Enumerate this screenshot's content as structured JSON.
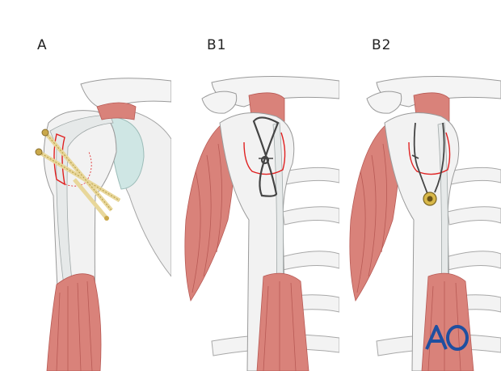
{
  "panels": [
    {
      "id": "A",
      "label": "A"
    },
    {
      "id": "B1",
      "label": "B1"
    },
    {
      "id": "B2",
      "label": "B2"
    }
  ],
  "logo": {
    "text": "AO",
    "color": "#1f4fa0"
  },
  "colors": {
    "bone": "#f2f2f2",
    "bone_outline": "#9a9a9a",
    "muscle": "#d9827a",
    "muscle_dark": "#b85a55",
    "tendon": "#e8eaea",
    "cartilage": "#cfe6e4",
    "fracture_line": "#e02020",
    "implant": "#c9a84a",
    "wire": "#444444"
  }
}
